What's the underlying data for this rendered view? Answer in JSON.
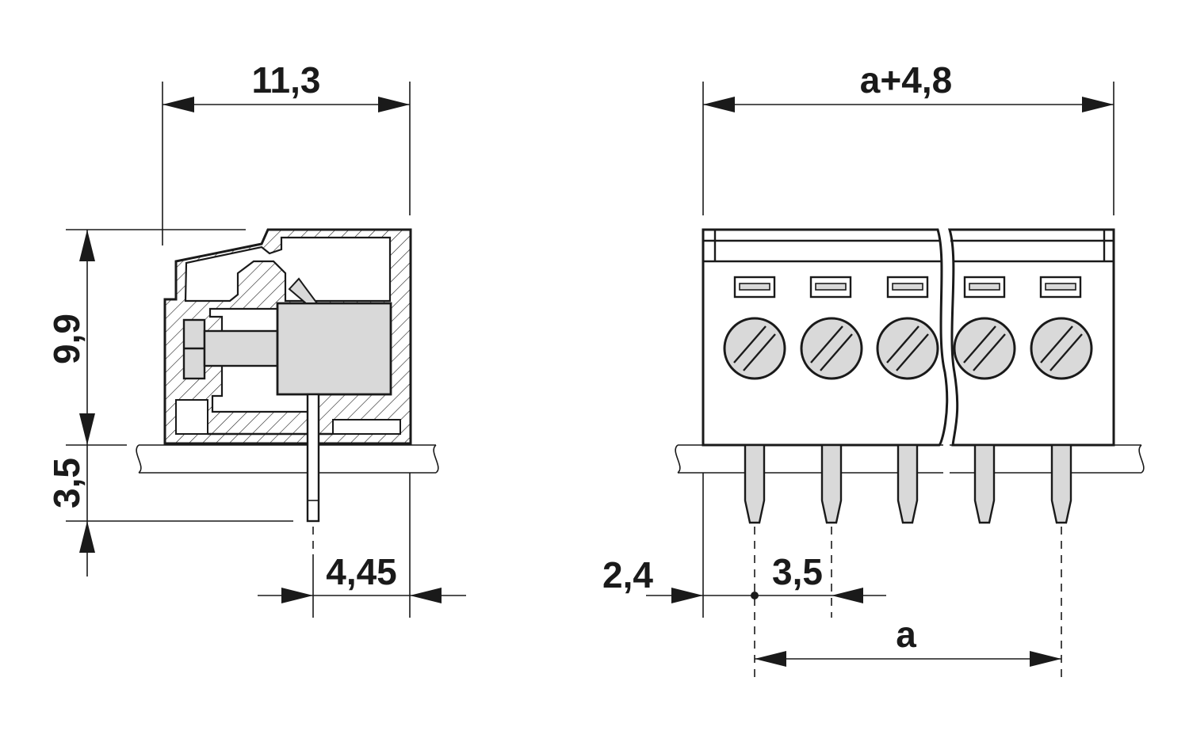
{
  "side_view": {
    "width_label": "11,3",
    "height_label": "9,9",
    "pin_length_label": "3,5",
    "pin_offset_label": "4,45"
  },
  "front_view": {
    "overall_width_label": "a+4,8",
    "edge_offset_label": "2,4",
    "pitch_label": "3,5",
    "span_label": "a"
  },
  "colors": {
    "line": "#1a1a1a",
    "fill_grey": "#d9d9d9",
    "background": "#ffffff"
  }
}
